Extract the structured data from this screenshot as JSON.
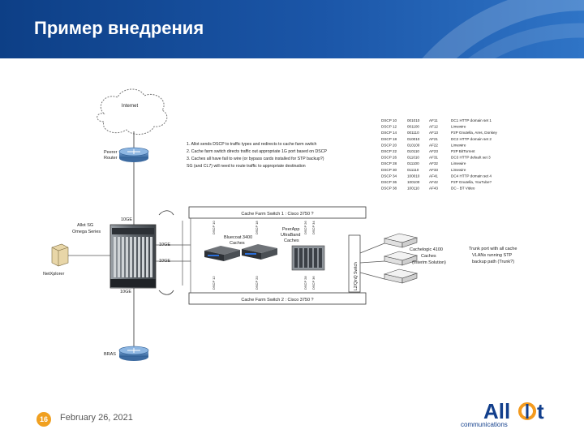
{
  "slide": {
    "title": "Пример внедрения",
    "page_number": "16",
    "date": "February 26, 2021"
  },
  "diagram": {
    "internet": "Internet",
    "peer_router_1": "Peerer",
    "peer_router_2": "Router",
    "allot_sg_1": "Allot SG",
    "allot_sg_2": "Omega Series",
    "netxplorer": "NetXplorer",
    "bras": "BRAS",
    "link_top": "10GE",
    "link_mid_1": "10GE",
    "link_mid_2": "10GE",
    "link_bottom": "10GE",
    "switch1": "Cache Farm Switch 1 : Cisco 3750 ?",
    "switch2": "Cache Farm Switch 2 : Cisco 3750 ?",
    "bluecoat_1": "Bluecoat 3400",
    "bluecoat_2": "Caches",
    "peerapp_1": "PeerApp",
    "peerapp_2": "UltraBand",
    "peerapp_3": "Caches",
    "cachelogic_1": "Cachelogic 4100",
    "cachelogic_2": "Caches",
    "cachelogic_3": "(Interim Solution)",
    "trunk_note_1": "Trunk port with all cache",
    "trunk_note_2": "VLANs running STP",
    "trunk_note_3": "backup path (Trunk?)",
    "vertical_label": "L2/QinQ Switch",
    "steps": [
      "1. Allot sends DSCP to traffic types and redirects to cache farm switch",
      "2. Cache farm switch directs traffic out appropriate 1G port based on DSCP",
      "3. Caches all have fail to wire (or bypass cards installed for STP backup?)",
      "   SG (and CL7) will need to route traffic to appropriate destination"
    ],
    "dscp_table": [
      [
        "DSCP 10",
        "001010",
        "AF11",
        "DC1 HTTP domain set 1"
      ],
      [
        "DSCP 12",
        "001100",
        "AF12",
        "Limewire"
      ],
      [
        "DSCP 14",
        "001110",
        "AF13",
        "P2P Gnutella, Ares, Donkey"
      ],
      [
        "DSCP 18",
        "010010",
        "AF21",
        "DC2 HTTP domain set 2"
      ],
      [
        "DSCP 20",
        "010100",
        "AF22",
        "Limewire"
      ],
      [
        "DSCP 22",
        "010110",
        "AF23",
        "P2P BitTorrent"
      ],
      [
        "DSCP 26",
        "011010",
        "AF31",
        "DC3 HTTP default set 3"
      ],
      [
        "DSCP 28",
        "011100",
        "AF32",
        "Limewire"
      ],
      [
        "DSCP 30",
        "011110",
        "AF33",
        "Limewire"
      ],
      [
        "DSCP 34",
        "100010",
        "AF41",
        "DC4 HTTP domain set 4"
      ],
      [
        "DSCP 36",
        "100100",
        "AF42",
        "P2P Gnutella, YouTube?"
      ],
      [
        "DSCP 38",
        "100110",
        "AF43",
        "DC - BT Video"
      ]
    ],
    "port_labels_top": [
      "DSCP 10",
      "DSCP 18",
      "DSCP 26",
      "DSCP 34"
    ],
    "port_labels_bottom": [
      "DSCP 12",
      "DSCP 20",
      "DSCP 28",
      "DSCP 36"
    ]
  },
  "logo": {
    "brand": "Allot",
    "tagline": "communications",
    "colors": {
      "blue": "#123f8c",
      "orange": "#f39a1e"
    }
  },
  "colors": {
    "header": "#1b56a8",
    "accent": "#f0a020",
    "router": "#4a7fb8"
  }
}
